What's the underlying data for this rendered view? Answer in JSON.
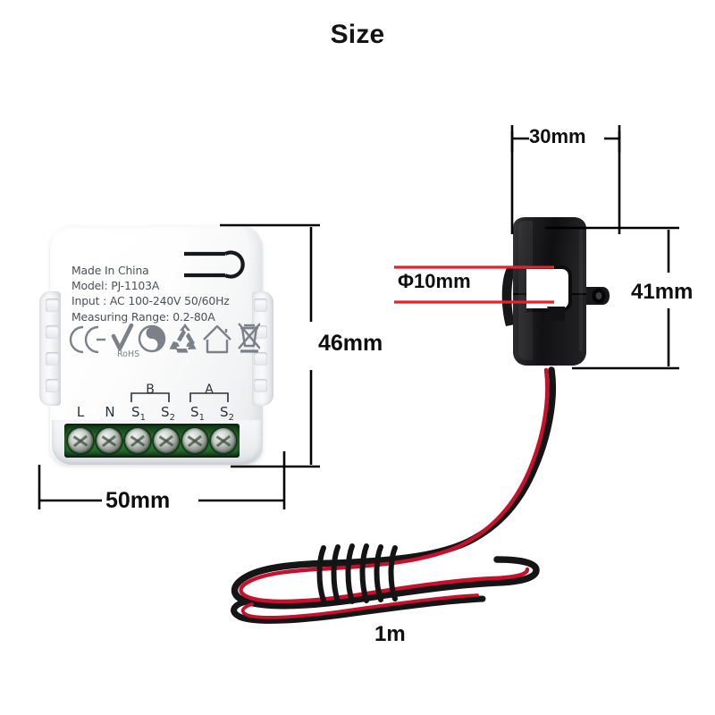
{
  "page": {
    "title": "Size",
    "background_color": "#ffffff"
  },
  "module": {
    "name": "smart energy meter switch module",
    "label_lines": [
      "Made In China",
      "Model: PJ-1103A",
      "Input : AC 100-240V 50/60Hz",
      "Measuring Range: 0.2-80A"
    ],
    "certification_icons": [
      "ce-icon",
      "rohs-icon",
      "green-dot-icon",
      "recycling-icon",
      "indoor-use-house-icon",
      "weee-crossed-bin-icon"
    ],
    "rohs_caption": "RoHS",
    "group_labels": [
      {
        "name": "B",
        "spans": [
          "S1",
          "S2"
        ]
      },
      {
        "name": "A",
        "spans": [
          "S1",
          "S2"
        ]
      }
    ],
    "terminals": [
      {
        "main": "L",
        "sub": ""
      },
      {
        "main": "N",
        "sub": ""
      },
      {
        "main": "S",
        "sub": "1"
      },
      {
        "main": "S",
        "sub": "2"
      },
      {
        "main": "S",
        "sub": "1"
      },
      {
        "main": "S",
        "sub": "2"
      }
    ],
    "terminal_block_color": "#2f7a33",
    "screw_count": 6
  },
  "clamp": {
    "name": "current transformer clamp sensor",
    "body_color": "#141414",
    "aperture_color": "#ffffff"
  },
  "cable": {
    "name": "sensor cable coil",
    "wire_colors": [
      "#1a1a1a",
      "#c8102e"
    ],
    "length_label": "1m"
  },
  "dimensions": {
    "module_height": "46mm",
    "module_width": "50mm",
    "clamp_width": "30mm",
    "clamp_height": "41mm",
    "aperture_diameter": "Φ10mm",
    "cable_length": "1m",
    "line_color": "#000000",
    "aperture_line_color": "#e8202a"
  }
}
